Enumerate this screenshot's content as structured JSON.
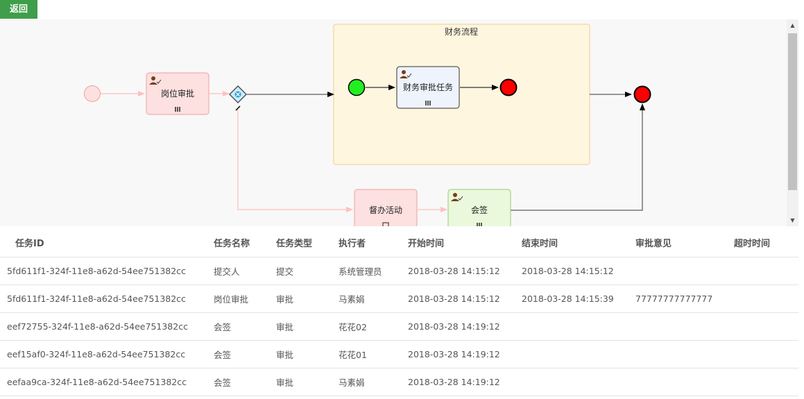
{
  "toolbar": {
    "back_label": "返回"
  },
  "diagram": {
    "subprocess_title": "财务流程",
    "nodes": {
      "post_approval": "岗位审批",
      "finance_task": "财务审批任务",
      "supervise": "督办活动",
      "countersign": "会签"
    },
    "colors": {
      "completed_fill": "#fde0e0",
      "completed_stroke": "#f0a0a0",
      "active_fill": "#eaf8dc",
      "active_stroke": "#98cc70",
      "subprocess_fill": "#fff6e0",
      "subprocess_stroke": "#f0d080",
      "start_green": "#22ee22",
      "end_red": "#ff0000"
    }
  },
  "table": {
    "headers": [
      "任务ID",
      "任务名称",
      "任务类型",
      "执行者",
      "开始时间",
      "结束时间",
      "审批意见",
      "超时时间"
    ],
    "rows": [
      [
        "5fd611f1-324f-11e8-a62d-54ee751382cc",
        "提交人",
        "提交",
        "系统管理员",
        "2018-03-28 14:15:12",
        "2018-03-28 14:15:12",
        "",
        ""
      ],
      [
        "5fd611f1-324f-11e8-a62d-54ee751382cc",
        "岗位审批",
        "审批",
        "马素娟",
        "2018-03-28 14:15:12",
        "2018-03-28 14:15:39",
        "77777777777777",
        ""
      ],
      [
        "eef72755-324f-11e8-a62d-54ee751382cc",
        "会签",
        "审批",
        "花花02",
        "2018-03-28 14:19:12",
        "",
        "",
        ""
      ],
      [
        "eef15af0-324f-11e8-a62d-54ee751382cc",
        "会签",
        "审批",
        "花花01",
        "2018-03-28 14:19:12",
        "",
        "",
        ""
      ],
      [
        "eefaa9ca-324f-11e8-a62d-54ee751382cc",
        "会签",
        "审批",
        "马素娟",
        "2018-03-28 14:19:12",
        "",
        "",
        ""
      ]
    ]
  }
}
